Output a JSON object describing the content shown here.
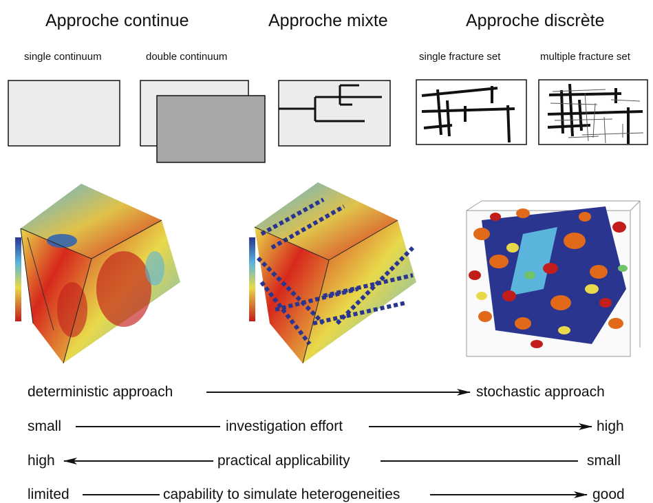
{
  "headings": {
    "continuous": "Approche continue",
    "mixed": "Approche mixte",
    "discrete": "Approche discrète"
  },
  "models": {
    "single_continuum": "single continuum",
    "double_continuum": "double continuum",
    "single_fracture_set": "single fracture set",
    "multiple_fracture_set": "multiple fracture set"
  },
  "scales": {
    "row1": {
      "left": "deterministic approach",
      "right": "stochastic approach",
      "direction": "right"
    },
    "row2": {
      "left": "small",
      "middle": "investigation effort",
      "right": "high",
      "direction": "right"
    },
    "row3": {
      "left": "high",
      "middle": "practical applicability",
      "right": "small",
      "direction": "left"
    },
    "row4": {
      "left": "limited",
      "middle": "capability to simulate heterogeneities",
      "right": "good",
      "direction": "right"
    }
  },
  "colors": {
    "box_fill": "#ececec",
    "box_dark": "#a8a8a8",
    "cube_red": "#d7281c",
    "cube_yellow": "#e8d94a",
    "cube_blue": "#2a3590",
    "cube_cyan": "#5ab4dc"
  }
}
